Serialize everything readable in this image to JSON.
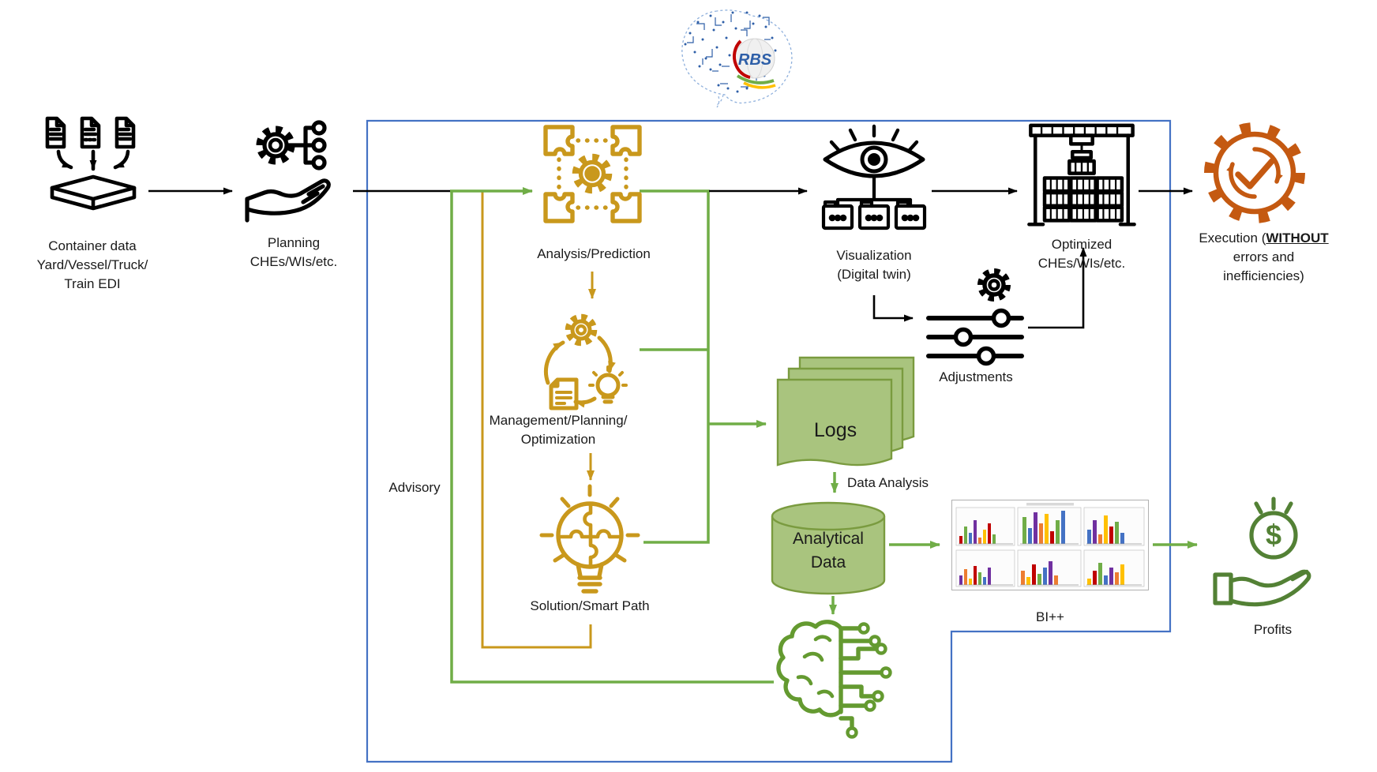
{
  "logo": {
    "text": "RBS"
  },
  "nodes": {
    "container_data": {
      "label": "Container data\nYard/Vessel/Truck/\nTrain EDI"
    },
    "planning": {
      "label": "Planning\nCHEs/WIs/etc."
    },
    "analysis": {
      "label": "Analysis/Prediction"
    },
    "management": {
      "label": "Management/Planning/\nOptimization"
    },
    "solution": {
      "label": "Solution/Smart Path"
    },
    "advisory": {
      "label": "Advisory"
    },
    "visualization": {
      "label": "Visualization\n(Digital twin)"
    },
    "adjustments": {
      "label": "Adjustments"
    },
    "optimized": {
      "label": "Optimized\nCHEs/WIs/etc."
    },
    "execution": {
      "prefix": "Execution (",
      "emphasis": "WITHOUT",
      "rest": " errors and\ninefficiencies)"
    },
    "logs": {
      "label": "Logs"
    },
    "data_analysis": {
      "label": "Data Analysis"
    },
    "analytical_data": {
      "label": "Analytical\nData"
    },
    "bi": {
      "label": "BI++"
    },
    "profits": {
      "label": "Profits",
      "currency": "$"
    }
  },
  "colors": {
    "gold": "#C9981C",
    "green": "#70AD47",
    "green_fill": "#A9C47E",
    "green_fill_border": "#7A9B3F",
    "dark_green": "#649A30",
    "profits_green": "#538135",
    "orange": "#C45911",
    "blue_border": "#4472C4",
    "ink": "#000000",
    "logo_blue": "#2E5FA8"
  }
}
